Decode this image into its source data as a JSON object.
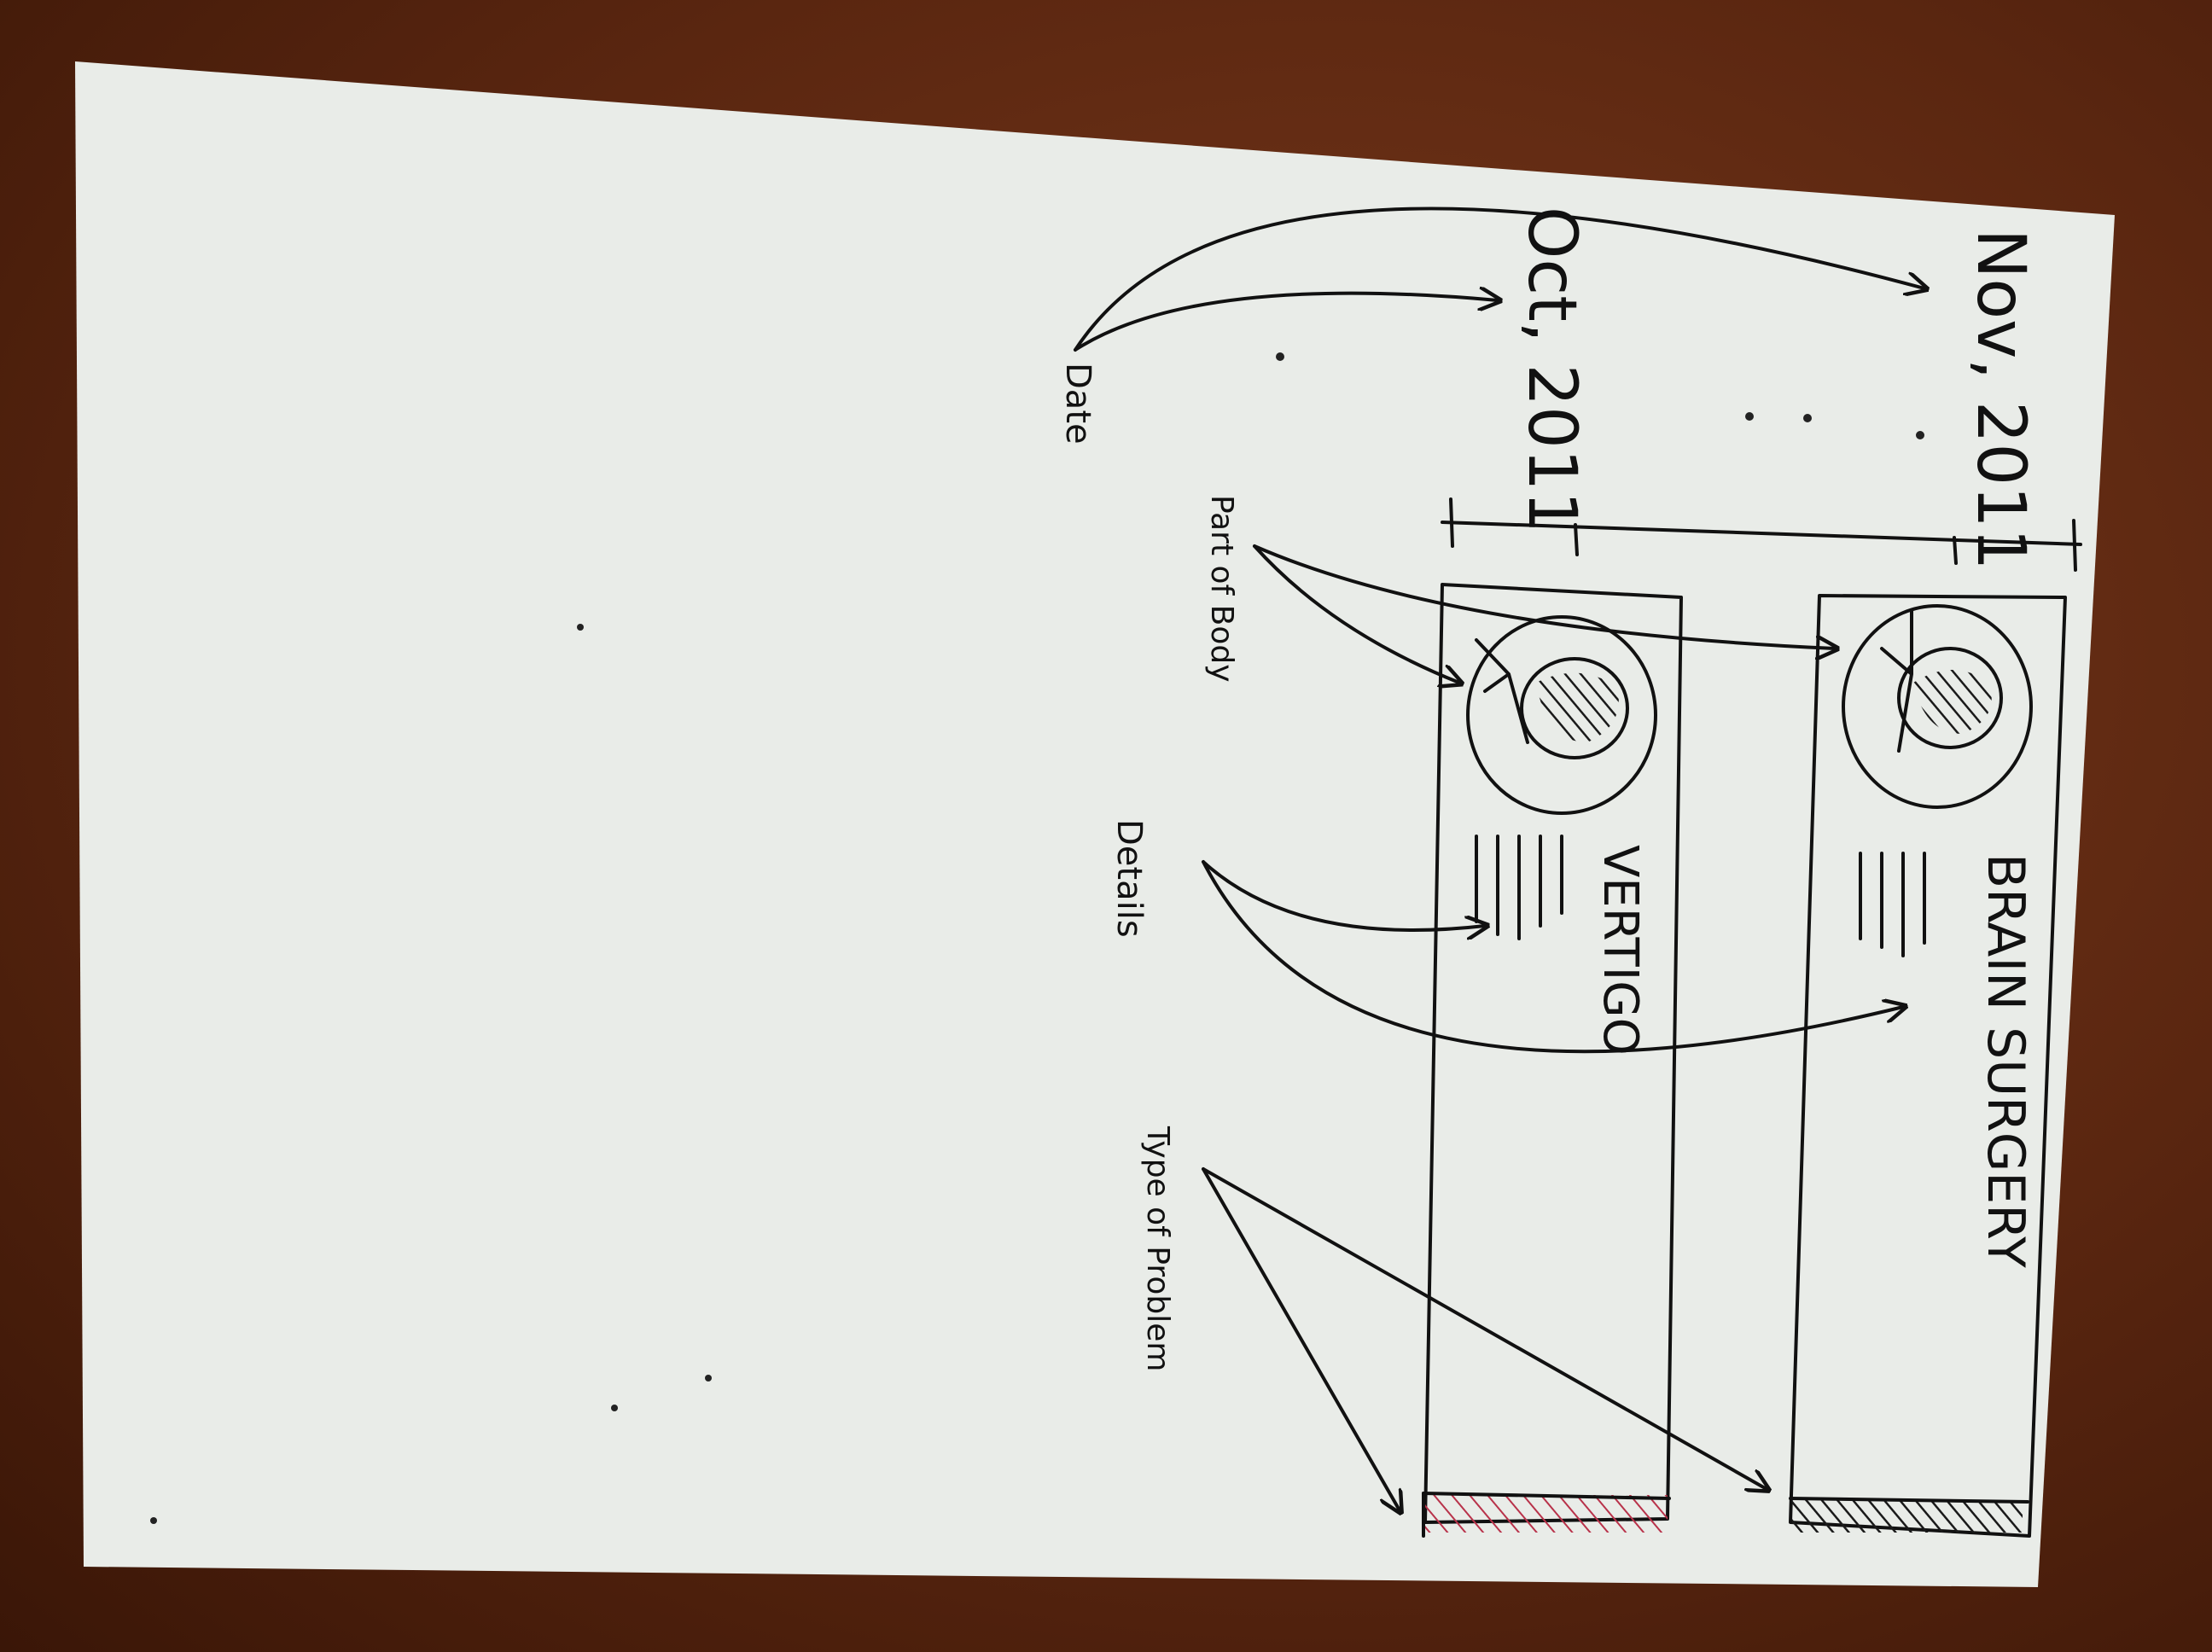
{
  "timeline": {
    "entries": [
      {
        "date": "Nov, 2011",
        "title": "BRAIN SURGERY",
        "problem_color": "#2b2b2b"
      },
      {
        "date": "Oct, 2011",
        "title": "VERTIGO",
        "problem_color": "#b8324a"
      }
    ]
  },
  "annotations": {
    "date": "Date",
    "part_of_body": "Part of Body",
    "details": "Details",
    "type_of_problem": "Type of Problem"
  },
  "icons": {
    "body_part": "head-brain-icon"
  }
}
